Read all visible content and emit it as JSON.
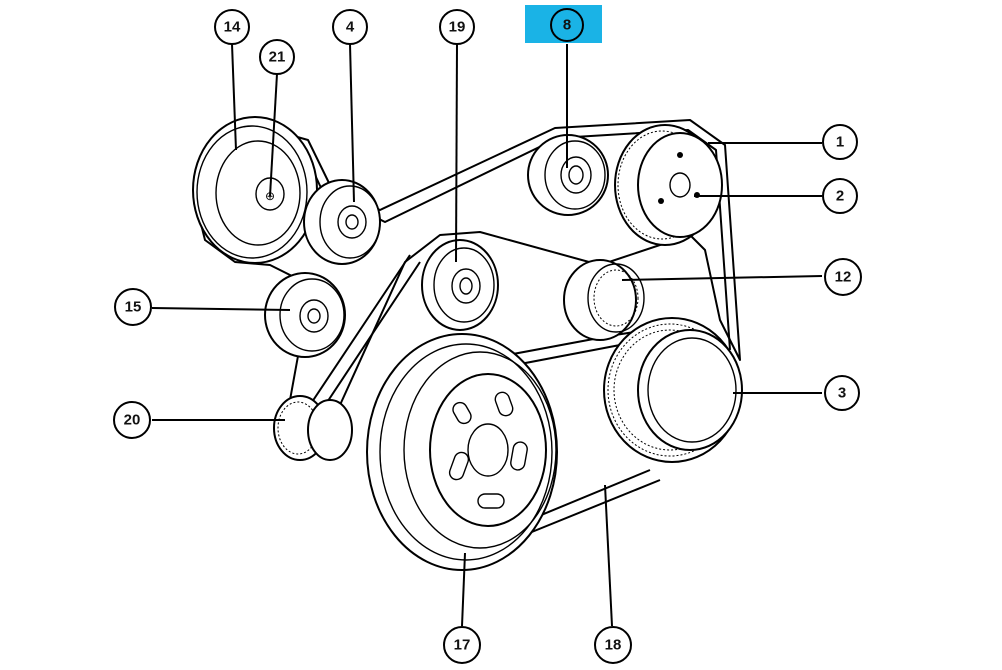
{
  "highlight_color": "#1ab3e6",
  "highlighted_callout": "8",
  "callouts": [
    {
      "id": "c14",
      "label": "14"
    },
    {
      "id": "c21",
      "label": "21"
    },
    {
      "id": "c4",
      "label": "4"
    },
    {
      "id": "c19",
      "label": "19"
    },
    {
      "id": "c8",
      "label": "8"
    },
    {
      "id": "c1",
      "label": "1"
    },
    {
      "id": "c2",
      "label": "2"
    },
    {
      "id": "c12",
      "label": "12"
    },
    {
      "id": "c15",
      "label": "15"
    },
    {
      "id": "c3",
      "label": "3"
    },
    {
      "id": "c20",
      "label": "20"
    },
    {
      "id": "c17",
      "label": "17"
    },
    {
      "id": "c18",
      "label": "18"
    }
  ]
}
